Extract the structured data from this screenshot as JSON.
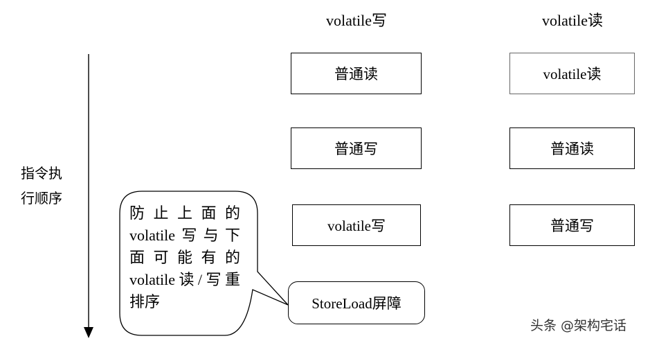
{
  "columns": {
    "volatile_write_title": "volatile写",
    "volatile_read_title": "volatile读"
  },
  "left_column": [
    "普通读",
    "普通写",
    "volatile写"
  ],
  "right_column": [
    "volatile读",
    "普通读",
    "普通写"
  ],
  "axis": {
    "label_line1": "指令执",
    "label_line2": "行顺序"
  },
  "barrier": {
    "label": "StoreLoad屏障"
  },
  "callout": {
    "lines": [
      "防止上面的",
      "volatile写与下",
      "面可能有的",
      "volatile读/写重",
      "排序"
    ]
  },
  "watermark": "头条 @架构宅话"
}
